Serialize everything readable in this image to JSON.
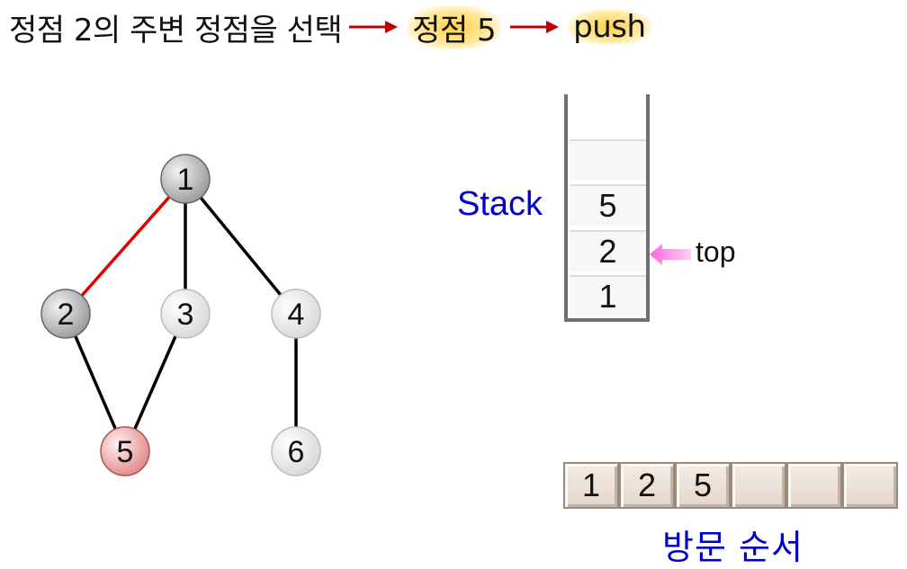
{
  "header": {
    "part1": "정점 2의 주변 정점을 선택",
    "part2": "정점 5",
    "part3": "push",
    "arrow_color": "#c00000",
    "highlight_color": "#ffc000"
  },
  "graph": {
    "nodes": [
      {
        "id": "1",
        "label": "1",
        "state": "visited"
      },
      {
        "id": "2",
        "label": "2",
        "state": "visited"
      },
      {
        "id": "3",
        "label": "3",
        "state": "unvisited"
      },
      {
        "id": "4",
        "label": "4",
        "state": "unvisited"
      },
      {
        "id": "5",
        "label": "5",
        "state": "current"
      },
      {
        "id": "6",
        "label": "6",
        "state": "unvisited"
      }
    ],
    "edges": [
      {
        "from": "1",
        "to": "2",
        "color": "#e00000"
      },
      {
        "from": "1",
        "to": "3",
        "color": "#000000"
      },
      {
        "from": "1",
        "to": "4",
        "color": "#000000"
      },
      {
        "from": "2",
        "to": "5",
        "color": "#000000"
      },
      {
        "from": "3",
        "to": "5",
        "color": "#000000"
      },
      {
        "from": "4",
        "to": "6",
        "color": "#000000"
      }
    ],
    "colors": {
      "visited": "#bdbdbd",
      "current": "#f4b6b6",
      "unvisited": "#ffffff"
    }
  },
  "stack": {
    "label": "Stack",
    "cells": [
      "",
      "5",
      "2",
      "1"
    ],
    "top_label": "top",
    "top_index": 2,
    "top_arrow_color": "#ff99ee"
  },
  "visit_order": {
    "cells": [
      "1",
      "2",
      "5",
      "",
      "",
      ""
    ],
    "caption": "방문 순서"
  },
  "colors": {
    "label_blue": "#0000c8"
  }
}
